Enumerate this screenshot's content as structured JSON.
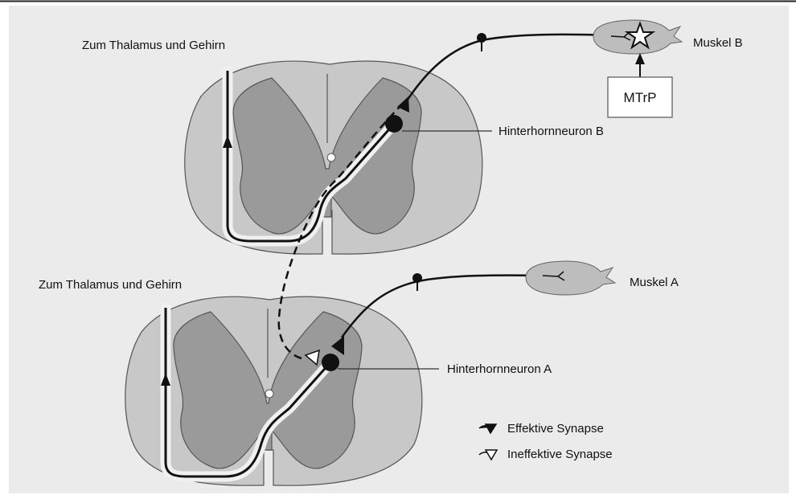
{
  "labels": {
    "top_thalamus": "Zum Thalamus und Gehirn",
    "bottom_thalamus": "Zum Thalamus und Gehirn",
    "muscle_b": "Muskel B",
    "muscle_a": "Muskel A",
    "mtrp": "MTrP",
    "neuron_b": "Hinterhornneuron B",
    "neuron_a": "Hinterhornneuron A"
  },
  "legend": {
    "effective": "Effektive Synapse",
    "ineffective": "Ineffektive Synapse"
  },
  "colors": {
    "panel_bg": "#ebebeb",
    "white_matter": "#c8c8c8",
    "gray_matter": "#9a9a9a",
    "line": "#111111"
  }
}
